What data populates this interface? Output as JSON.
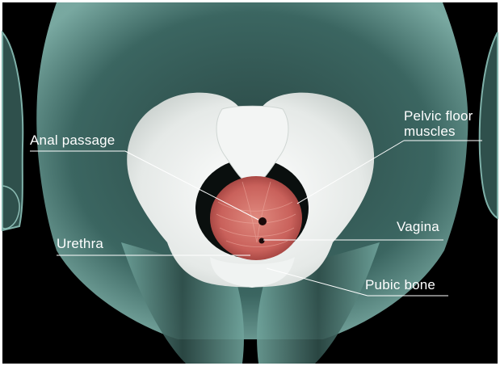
{
  "labels": {
    "anal_passage": "Anal passage",
    "pelvic_floor_line1": "Pelvic floor",
    "pelvic_floor_line2": "muscles",
    "vagina": "Vagina",
    "urethra": "Urethra",
    "pubic_bone": "Pubic bone"
  },
  "colors": {
    "background": "#000000",
    "body_silhouette": "#3f6a66",
    "bone": "#e9ecea",
    "muscle": "#c9615b",
    "label_text": "#ffffff"
  }
}
